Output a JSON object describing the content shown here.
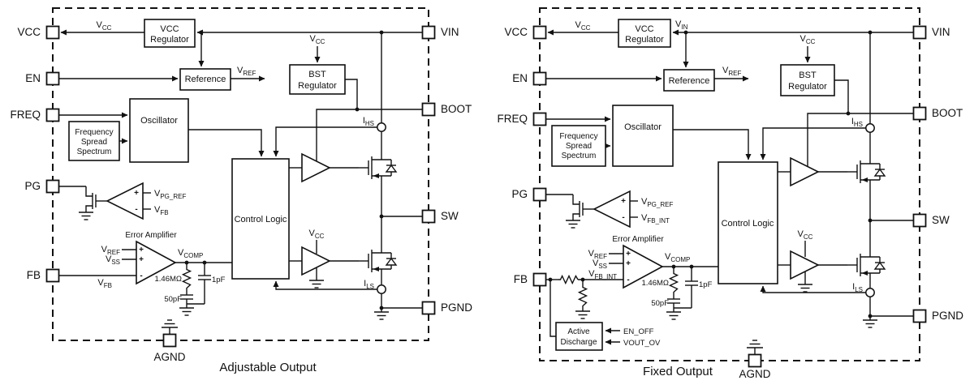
{
  "captions": {
    "adjustable": "Adjustable Output",
    "fixed": "Fixed Output"
  },
  "pins": {
    "vcc": "VCC",
    "en": "EN",
    "freq": "FREQ",
    "pg": "PG",
    "fb": "FB",
    "vin": "VIN",
    "boot": "BOOT",
    "sw": "SW",
    "pgnd": "PGND",
    "agnd": "AGND"
  },
  "blocks": {
    "vcc_reg": {
      "l1": "VCC",
      "l2": "Regulator"
    },
    "reference": "Reference",
    "bst_reg": {
      "l1": "BST",
      "l2": "Regulator"
    },
    "oscillator": "Oscillator",
    "fss": {
      "l1": "Frequency",
      "l2": "Spread",
      "l3": "Spectrum"
    },
    "control_logic": "Control Logic",
    "error_amp": "Error Amplifier",
    "active_discharge": {
      "l1": "Active",
      "l2": "Discharge"
    }
  },
  "signals": {
    "vcc": {
      "m": "V",
      "s": "CC"
    },
    "vin": {
      "m": "V",
      "s": "IN"
    },
    "vref": {
      "m": "V",
      "s": "REF"
    },
    "vss": {
      "m": "V",
      "s": "SS"
    },
    "vfb": {
      "m": "V",
      "s": "FB"
    },
    "vfb_int": {
      "m": "V",
      "s": "FB_INT"
    },
    "vpg_ref": {
      "m": "V",
      "s": "PG_REF"
    },
    "vcomp": {
      "m": "V",
      "s": "COMP"
    },
    "ihs": {
      "m": "I",
      "s": "HS"
    },
    "ils": {
      "m": "I",
      "s": "LS"
    }
  },
  "components": {
    "r_comp": "1.46MΩ",
    "c_comp": "50pF",
    "c_ff": "1pF"
  },
  "control_inputs": {
    "en_off": "EN_OFF",
    "vout_ov": "VOUT_OV"
  },
  "amp": {
    "plus": "+",
    "minus": "-"
  }
}
